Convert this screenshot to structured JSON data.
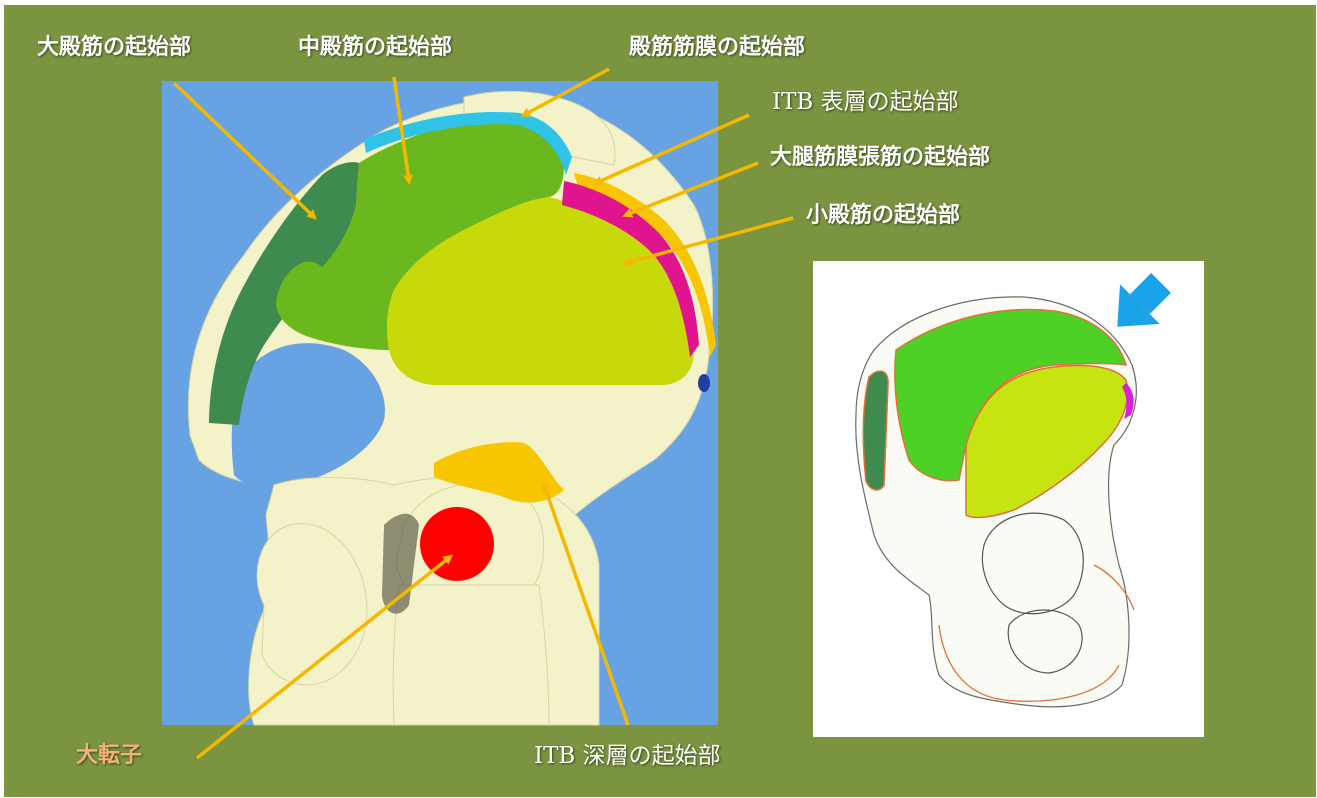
{
  "labels": {
    "gluteus_maximus_origin": "大殿筋の起始部",
    "gluteus_medius_origin": "中殿筋の起始部",
    "gluteal_fascia_origin": "殿筋筋膜の起始部",
    "itb_superficial_origin": "ITB 表層の起始部",
    "tfl_origin": "大腿筋膜張筋の起始部",
    "gluteus_minimus_origin": "小殿筋の起始部",
    "greater_trochanter": "大転子",
    "itb_deep_origin": "ITB 深層の起始部"
  },
  "colors": {
    "slide_background": "#7a9440",
    "photo_background": "#67a3e3",
    "bone": "#f3f2c8",
    "gluteus_maximus": "#3f8a4f",
    "gluteus_medius": "#6bb81e",
    "gluteus_minimus": "#c7d90a",
    "gluteal_fascia": "#2fc3e8",
    "tfl": "#e1148f",
    "itb": "#f7c600",
    "greater_trochanter_marker": "#ff0000",
    "arrow": "#f5b800",
    "inset_arrow": "#1aa3e8",
    "inset_outline": "#e0703a"
  },
  "icons": {
    "leader_arrow": "arrow-icon",
    "inset_pointer": "arrow-down-left-icon"
  }
}
